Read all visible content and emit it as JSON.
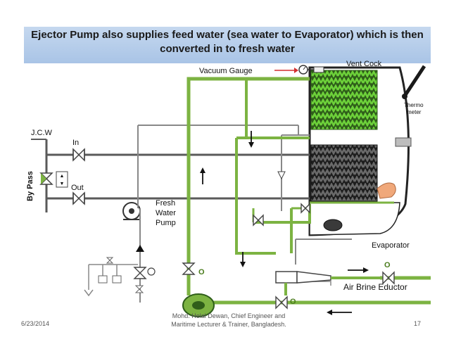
{
  "slide": {
    "title_line1": "Ejector Pump also supplies feed water (sea water to Evaporator) which is then",
    "title_line2": "converted in to fresh water",
    "footer_date": "6/23/2014",
    "footer_author_line1": "Mohd. Helal Dewan, Chief Engineer and",
    "footer_author_line2": "Maritime Lecturer & Trainer, Bangladesh.",
    "page_number": "17"
  },
  "diagram": {
    "labels": {
      "vacuum_gauge": "Vacuum Gauge",
      "vent_cock": "Vent Cock",
      "thermometer_1": "Thermo",
      "thermometer_2": "meter",
      "jcw": "J.C.W",
      "in": "In",
      "out": "Out",
      "by_pass": "By Pass",
      "fresh_water_1": "Fresh",
      "fresh_water_2": "Water",
      "fresh_water_3": "Pump",
      "evaporator": "Evaporator",
      "air_brine_eductor": "Air Brine Eductor",
      "valve_mark": "O"
    },
    "colors": {
      "sea_water_pipe": "#7cb342",
      "jcw_pipe": "#5a5a5a",
      "condenser_coil": "#6dd13a",
      "heater_coil": "#3a3a3a",
      "title_band": "#b7cde9"
    }
  }
}
